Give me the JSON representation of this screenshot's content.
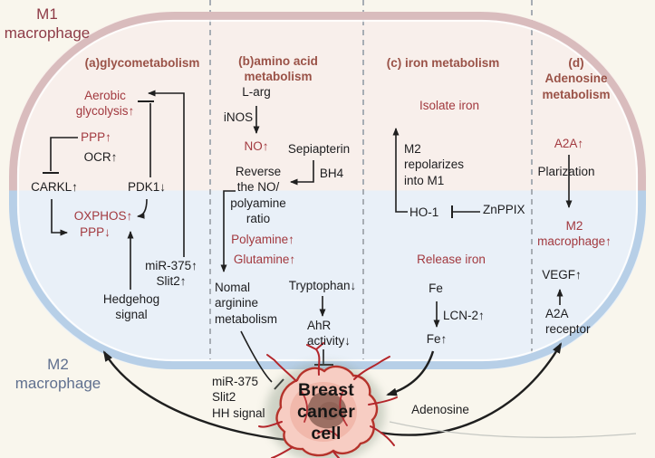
{
  "figure": {
    "m1_label": "M1\nmacrophage",
    "m2_label": "M2\nmacrophage"
  },
  "colors": {
    "background": "#f9f6ed",
    "m1_fill": "#f8efeb",
    "m2_fill": "#e9f0f8",
    "m1_band": "#d9bcbd",
    "m2_band": "#b7cfe7",
    "header_red_brown": "#9a5247",
    "highlight_red": "#a2393f",
    "m1_text": "#8e3b47",
    "m2_text": "#60708f",
    "arrow_black": "#1f1f1f",
    "vessel_red": "#b3262b",
    "dash_gray": "#a7adb4"
  },
  "sections": {
    "a": {
      "header": "(a)glycometabolism",
      "aerobic": "Aerobic\nglycolysis↑",
      "ppp_up": "PPP↑",
      "ocr_up": "OCR↑",
      "carkl_up": "CARKL↑",
      "pdk1_down": "PDK1↓",
      "oxphos_up": "OXPHOS↑",
      "ppp_down": "PPP↓",
      "mir375_slit2": "miR-375↑\nSlit2↑",
      "hedgehog": "Hedgehog\nsignal"
    },
    "b": {
      "header": "(b)amino acid\nmetabolism",
      "l_arg": "L-arg",
      "inos": "iNOS",
      "no_up": "NO↑",
      "sepiapterin": "Sepiapterin",
      "bh4": "BH4",
      "reverse_ratio": "Reverse\nthe NO/\npolyamine\nratio",
      "polyamine_up": "Polyamine↑",
      "glutamine_up": "Glutamine↑",
      "normal_arginine": "Nomal\narginine\nmetabolism",
      "tryptophan_down": "Tryptophan↓",
      "ahr_activity": "AhR\nactivity↓"
    },
    "c": {
      "header": "(c) iron metabolism",
      "isolate_iron": "Isolate iron",
      "m2_repolarizes": "M2\nrepolarizes\ninto M1",
      "ho1": "HO-1",
      "znppix": "ZnPPIX",
      "release_iron": "Release iron",
      "fe": "Fe",
      "lcn2_up": "LCN-2↑",
      "fe_up": "Fe↑"
    },
    "d": {
      "header": "(d) Adenosine\nmetabolism",
      "a2a_up": "A2A↑",
      "polarization": "Plarization",
      "m2_macrophage_up": "M2\nmacrophage↑",
      "vegf_up": "VEGF↑",
      "a2a_receptor": "A2A\nreceptor"
    }
  },
  "cancer_cell": {
    "label": "Breast\ncancer\ncell"
  },
  "bottom_labels": {
    "mir_slit_hh": "miR-375\nSlit2\nHH signal",
    "adenosine": "Adenosine"
  }
}
